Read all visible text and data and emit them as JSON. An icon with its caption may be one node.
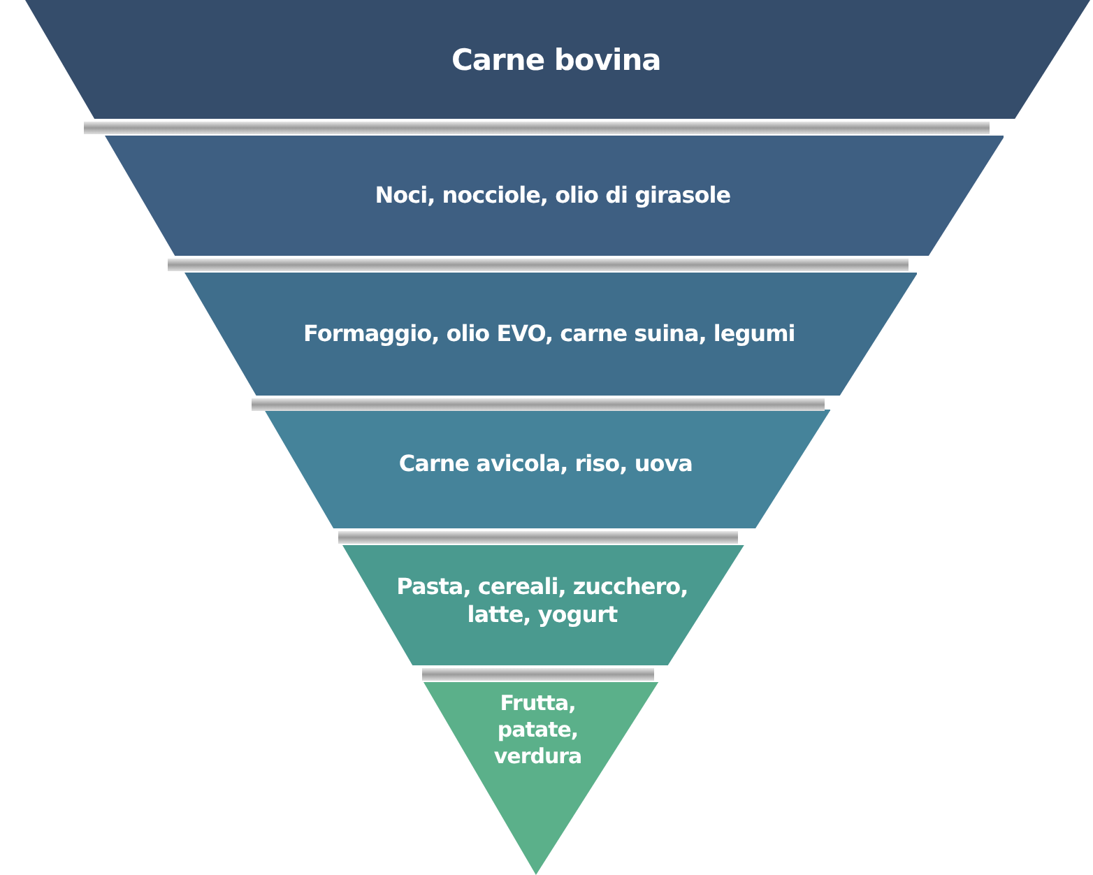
{
  "diagram": {
    "nodes": [
      {
        "text": [
          "Carne bovina"
        ]
      },
      {
        "text": [
          "Noci, nocciole, olio di girasole"
        ]
      },
      {
        "text": [
          "Formaggio, olio EVO, carne suina, legumi"
        ]
      },
      {
        "text": [
          "Carne avicola, riso, uova"
        ]
      },
      {
        "text": [
          "Pasta, cereali, zucchero, latte, yogurt"
        ]
      },
      {
        "text": [
          "Frutta, patate, verdura"
        ]
      }
    ]
  }
}
